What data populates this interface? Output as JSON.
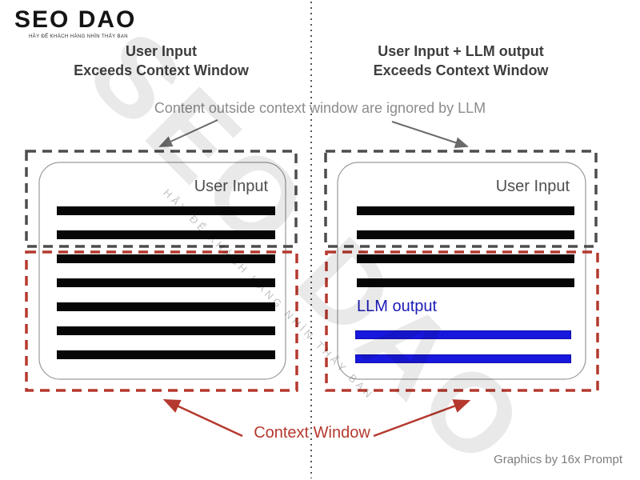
{
  "logo": {
    "title": "SEO DAO",
    "tagline": "HÃY ĐỂ KHÁCH HÀNG NHÌN THẤY BẠN"
  },
  "watermark": {
    "title": "SEO DAO",
    "tagline": "HÃY ĐỂ KHÁCH HÀNG NHÌN THẤY BẠN"
  },
  "caption": "Content outside context window are ignored by LLM",
  "left_panel": {
    "title_line1": "User Input",
    "title_line2": "Exceeds Context Window",
    "box_label": "User Input",
    "black_bar_count": 7
  },
  "right_panel": {
    "title_line1": "User Input + LLM output",
    "title_line2": "Exceeds Context Window",
    "box_label": "User Input",
    "llm_output_label": "LLM output",
    "black_bar_count": 4,
    "blue_bar_count": 2
  },
  "context_window_label": "Context Window",
  "credit": "Graphics by 16x Prompt",
  "colors": {
    "red": "#b5392e",
    "gray_dash": "#4d4d4d",
    "black_bar": "#070707",
    "blue_bar": "#1717dd",
    "blue_text": "#1c1cb8"
  }
}
